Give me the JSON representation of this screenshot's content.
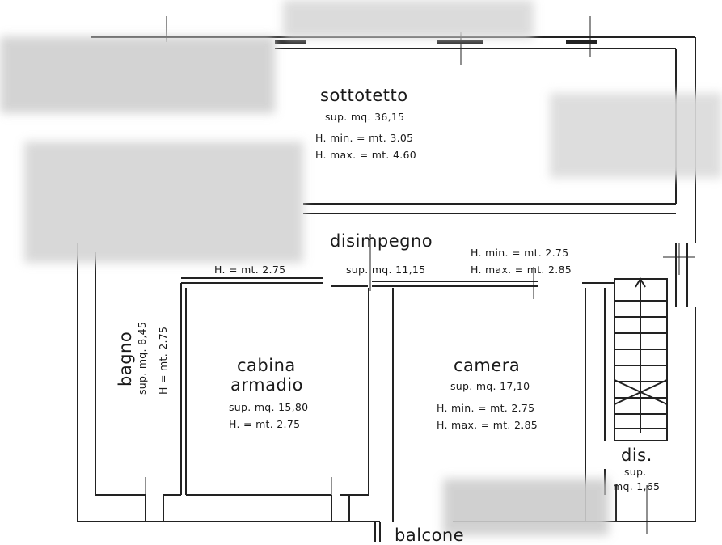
{
  "rooms": {
    "sottotetto": {
      "name": "sottotetto",
      "area": "sup. mq. 36,15",
      "hmin": "H. min. = mt. 3.05",
      "hmax": "H. max. = mt. 4.60"
    },
    "disimpegno": {
      "name": "disimpegno",
      "area": "sup. mq. 11,15",
      "h_left": "H. = mt. 2.75",
      "hmin": "H. min. = mt. 2.75",
      "hmax": "H. max. = mt. 2.85"
    },
    "bagno": {
      "name": "bagno",
      "area": "sup. mq. 8,45",
      "h": "H = mt. 2.75"
    },
    "cabina": {
      "name_line1": "cabina",
      "name_line2": "armadio",
      "area": "sup. mq. 15,80",
      "h": "H. = mt. 2.75"
    },
    "camera": {
      "name": "camera",
      "area": "sup. mq. 17,10",
      "hmin": "H. min. = mt. 2.75",
      "hmax": "H. max. = mt. 2.85"
    },
    "dis": {
      "name": "dis.",
      "area_line1": "sup.",
      "area_line2": "mq. 1,65"
    },
    "balcone": {
      "name": "balcone"
    }
  }
}
